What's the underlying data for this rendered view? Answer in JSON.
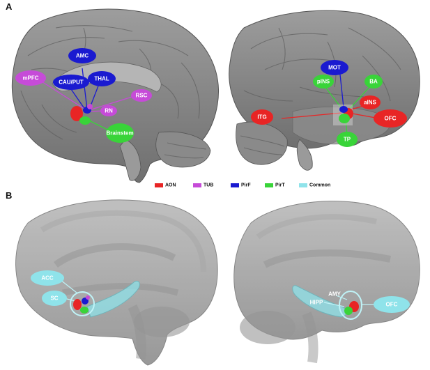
{
  "panels": {
    "a": "A",
    "b": "B"
  },
  "colors": {
    "AON": "#e82525",
    "TUB": "#c64bd8",
    "PirF": "#1a1ad0",
    "PirT": "#39d439",
    "Common": "#8fe3ea"
  },
  "legend": [
    {
      "label": "AON",
      "color": "#e82525"
    },
    {
      "label": "TUB",
      "color": "#c64bd8"
    },
    {
      "label": "PirF",
      "color": "#1a1ad0"
    },
    {
      "label": "PirT",
      "color": "#39d439"
    },
    {
      "label": "Common",
      "color": "#8fe3ea"
    }
  ],
  "regions": {
    "amc": "AMC",
    "mpfc": "mPFC",
    "caup": "CAU/PUT",
    "thal": "THAL",
    "rsc": "RSC",
    "rn": "RN",
    "brainstem": "Brainstem",
    "mot": "MOT",
    "pins": "pINS",
    "ba": "BA",
    "ains": "aINS",
    "itg": "ITG",
    "ofc": "OFC",
    "tp": "TP",
    "acc": "ACC",
    "sc": "SC",
    "amy": "AMY",
    "hipp": "HIPP",
    "ofc_b": "OFC"
  }
}
